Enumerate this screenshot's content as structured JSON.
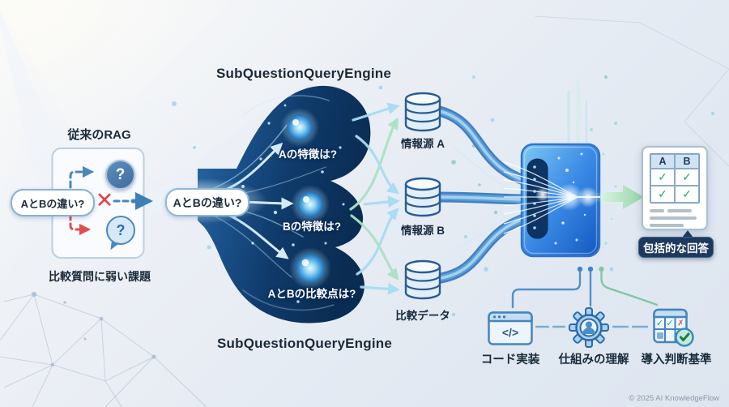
{
  "titles": {
    "engine_top": "SubQuestionQueryEngine",
    "engine_bottom": "SubQuestionQueryEngine"
  },
  "legacy": {
    "title": "従来のRAG",
    "query": "AとBの違い?",
    "caption": "比較質問に弱い課題"
  },
  "engine": {
    "input_query": "AとBの違い?",
    "sub_questions": [
      {
        "label": "Aの特徴は?"
      },
      {
        "label": "Bの特徴は?"
      },
      {
        "label": "AとBの比較点は?"
      }
    ]
  },
  "sources": [
    {
      "label": "情報源 A"
    },
    {
      "label": "情報源 B"
    },
    {
      "label": "比較データ"
    }
  ],
  "result": {
    "label": "包括的な回答",
    "table": {
      "col_a": "A",
      "col_b": "B"
    }
  },
  "benefits": [
    {
      "label": "コード実装",
      "icon": "code-window-icon"
    },
    {
      "label": "仕組みの理解",
      "icon": "gear-person-icon"
    },
    {
      "label": "導入判断基準",
      "icon": "criteria-checklist-icon"
    }
  ],
  "footer": {
    "copyright": "© 2025 AI KnowledgeFlow"
  },
  "icons": {
    "question": "?",
    "cross": "✕",
    "check": "✓",
    "xmark": "✗",
    "code": "</>"
  },
  "colors": {
    "engine_blue": "#2f7fe0",
    "funnel_navy": "#0f3a6a",
    "stream_blue": "#a7dcf4",
    "flow_green": "#abe2c4",
    "success_green": "#2f9e68",
    "error_red": "#e04343",
    "tooltip_navy": "#1d3a5e"
  }
}
